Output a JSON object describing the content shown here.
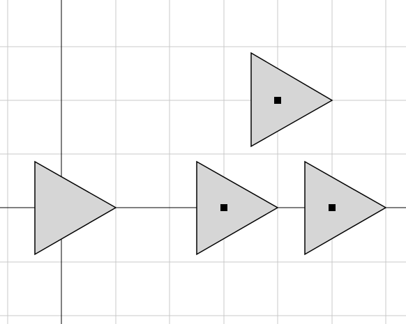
{
  "canvas": {
    "background": "#ffffff",
    "grid_color": "#c8c8c8",
    "axis_color": "#000000",
    "shape_fill": "#d6d6d6",
    "shape_stroke": "#000000",
    "handle_color": "#000000"
  },
  "shapes": [
    {
      "id": "triangle-1",
      "kind": "triangle",
      "pointing": "right",
      "has_handle": false,
      "selected": false
    },
    {
      "id": "triangle-2",
      "kind": "triangle",
      "pointing": "right",
      "has_handle": true,
      "selected": true
    },
    {
      "id": "triangle-3",
      "kind": "triangle",
      "pointing": "right",
      "has_handle": true,
      "selected": true
    },
    {
      "id": "triangle-4",
      "kind": "triangle",
      "pointing": "right",
      "has_handle": true,
      "selected": true
    }
  ]
}
